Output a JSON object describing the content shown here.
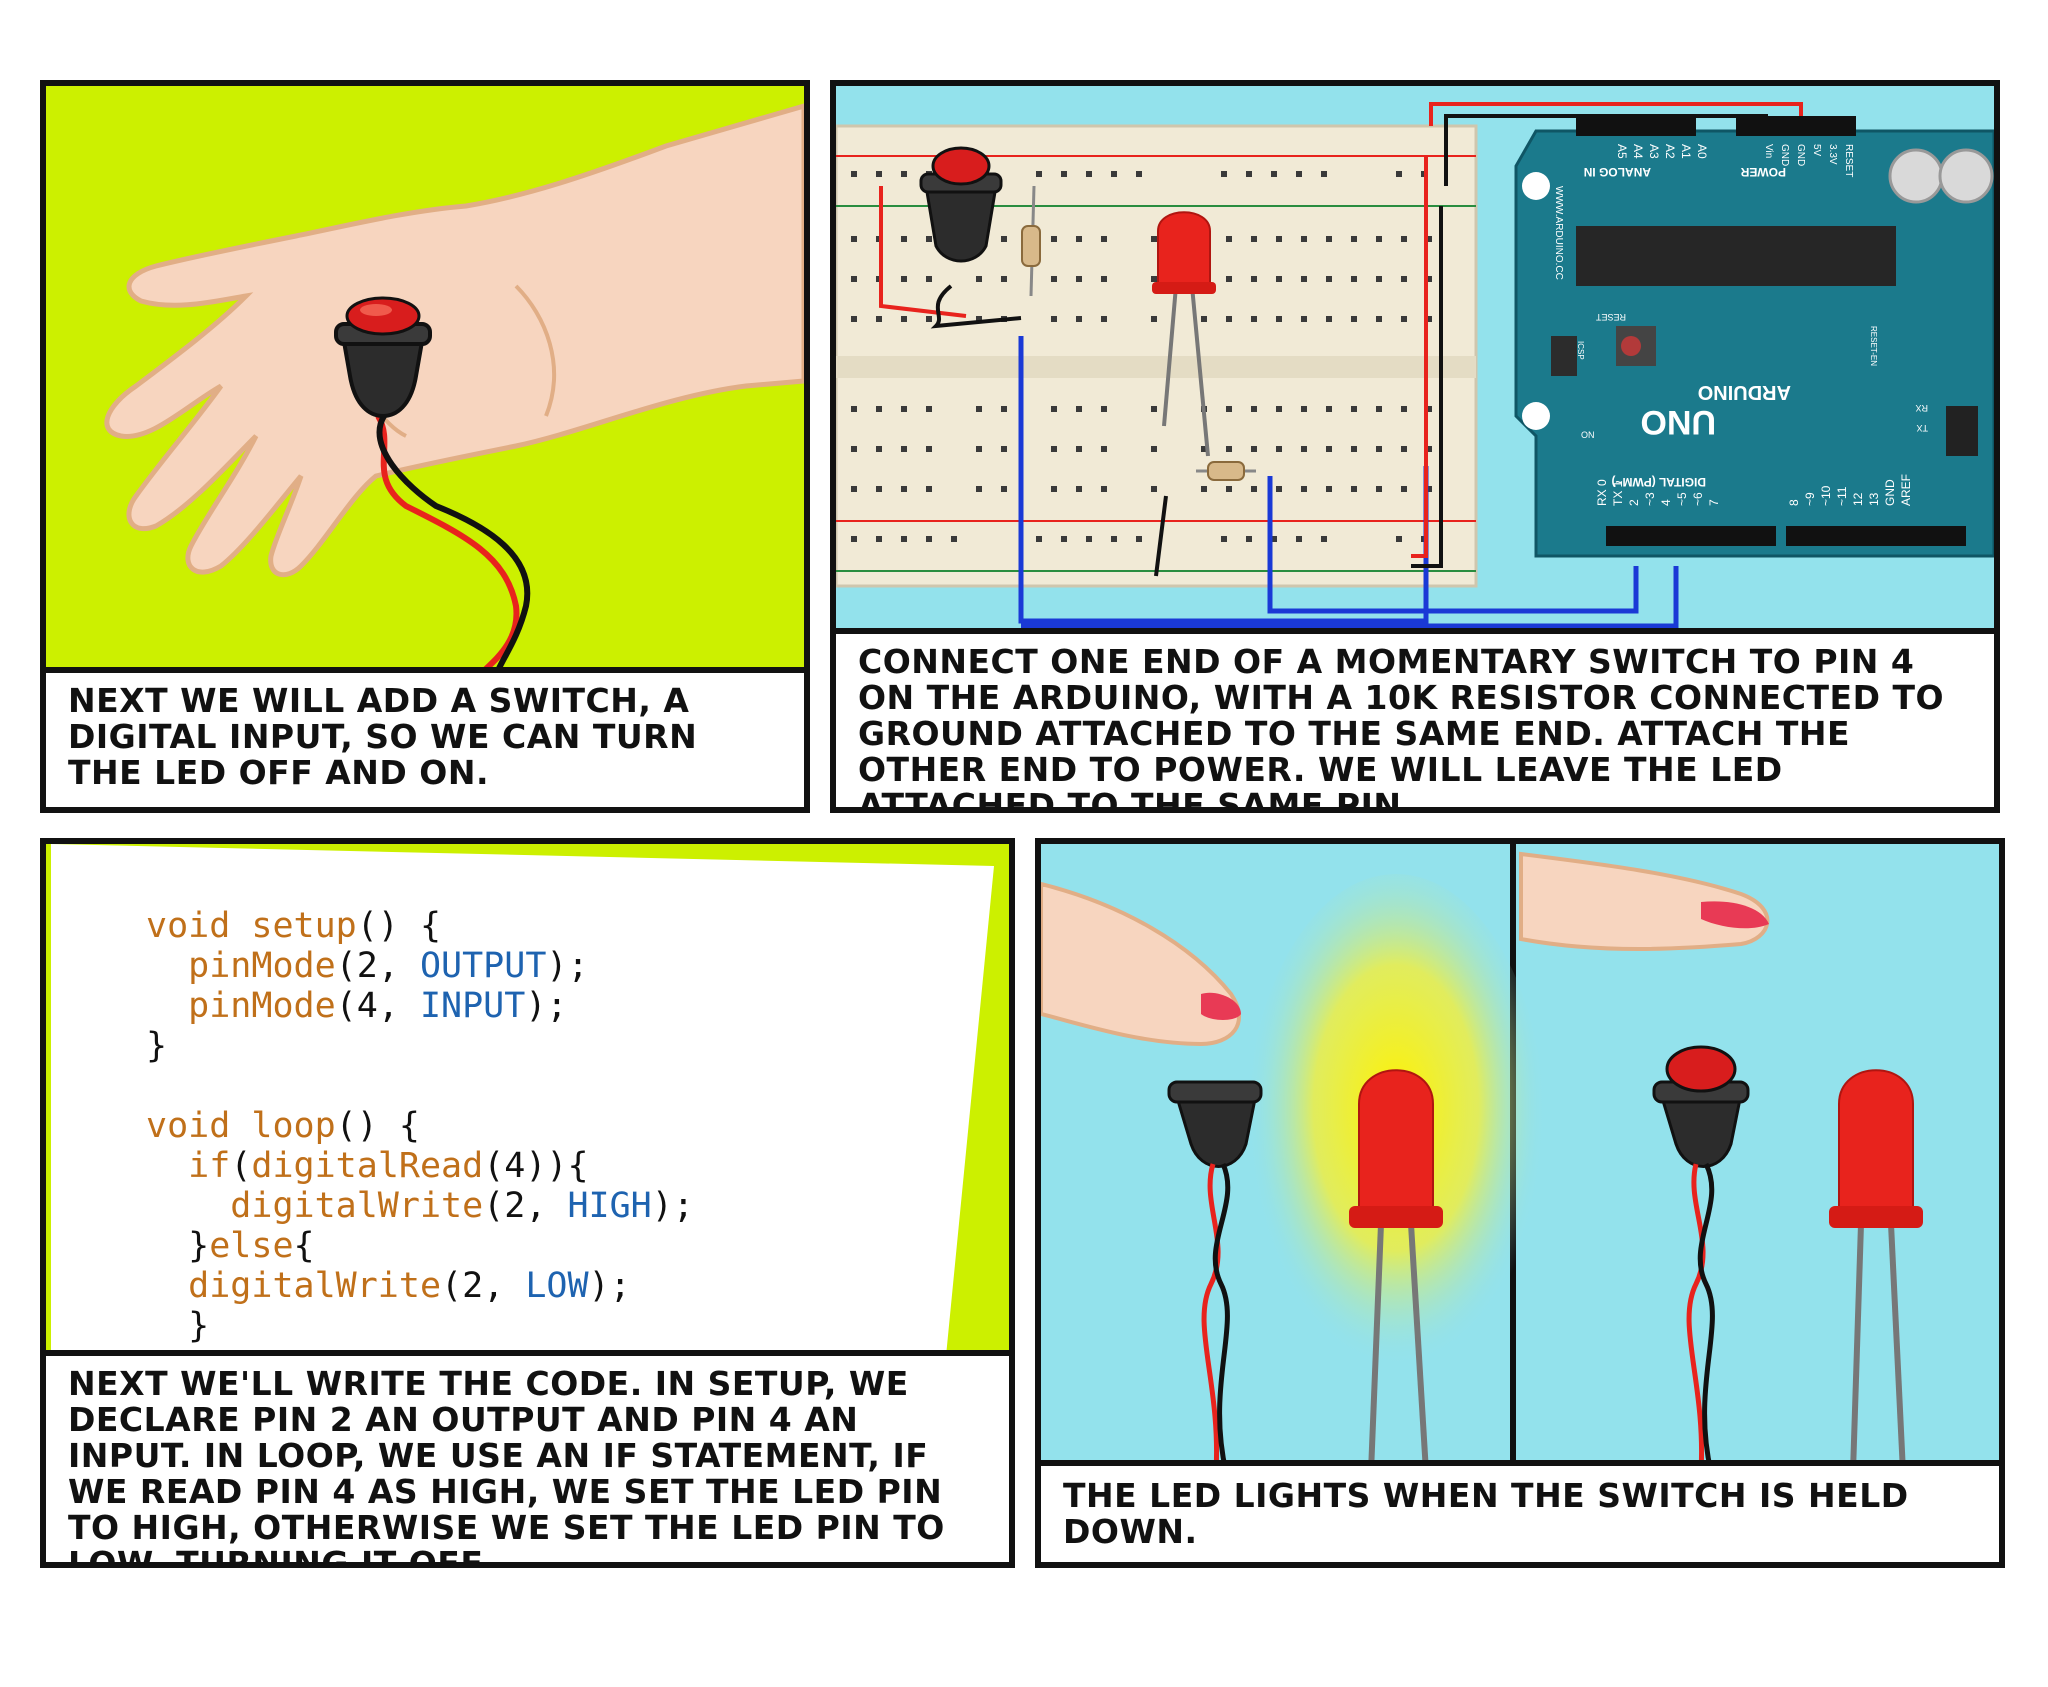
{
  "panels": {
    "p1": {
      "caption": "Next we will add a switch, a digital input, so we can turn the LED off and on."
    },
    "p2": {
      "caption": "Connect one end of a momentary switch to pin 4 on the Arduino, with a 10K resistor connected to ground attached to the same end. Attach the other end to power. We will leave the LED attached to the same pin.",
      "board": {
        "website": "WWW.ARDUINO.CC",
        "brand": "ARDUINO",
        "model": "UNO",
        "analog_header": "ANALOG IN",
        "analog_pins": [
          "A0",
          "A1",
          "A2",
          "A3",
          "A4",
          "A5"
        ],
        "power_header": "POWER",
        "power_pins": [
          "Vin",
          "GND",
          "GND",
          "5V",
          "3.3V",
          "RESET"
        ],
        "digital_header": "DIGITAL (PWM~)",
        "digital_pins": [
          "RX 0",
          "TX 1",
          "2",
          "~3",
          "4",
          "~5",
          "~6",
          "7",
          "8",
          "~9",
          "~10",
          "~11",
          "12",
          "13",
          "GND",
          "AREF"
        ],
        "labels": {
          "reset": "RESET",
          "icsp": "ICSP",
          "on": "ON",
          "tx": "TX",
          "rx": "RX",
          "reset_en": "RESET-EN"
        }
      }
    },
    "p3": {
      "caption": "Next we'll write the code. In setup, we declare pin 2 an output and pin 4 an input. In loop, we use an if statement, if we read pin 4 as high, we set the LED pin to high, otherwise we set the LED pin to low, turning it off.",
      "code": {
        "l1_kw": "void",
        "l1_fn": "setup",
        "l1_rest": "() {",
        "l2_fn": "pinMode",
        "l2_a": "(2, ",
        "l2_c": "OUTPUT",
        "l2_b": ");",
        "l3_fn": "pinMode",
        "l3_a": "(4, ",
        "l3_c": "INPUT",
        "l3_b": ");",
        "l4": "}",
        "l6_kw": "void",
        "l6_fn": "loop",
        "l6_rest": "() {",
        "l7_fn": "if",
        "l7_a": "(",
        "l7_fn2": "digitalRead",
        "l7_b": "(4)){",
        "l8_fn": "digitalWrite",
        "l8_a": "(2, ",
        "l8_c": "HIGH",
        "l8_b": ");",
        "l9_a": "}",
        "l9_fn": "else",
        "l9_b": "{",
        "l10_fn": "digitalWrite",
        "l10_a": "(2, ",
        "l10_c": "LOW",
        "l10_b": ");",
        "l11": "}",
        "l12": "}"
      }
    },
    "p4": {
      "caption": "The LED lights when the switch is held down."
    }
  },
  "colors": {
    "lime": "#ccf000",
    "sky": "#93e2ec",
    "skin": "#f7d5bf",
    "skin_outline": "#e1ae86",
    "led_red": "#e8231d",
    "board_teal": "#1b7a8c",
    "code_orange": "#c0701a",
    "code_blue": "#1e63b0"
  }
}
